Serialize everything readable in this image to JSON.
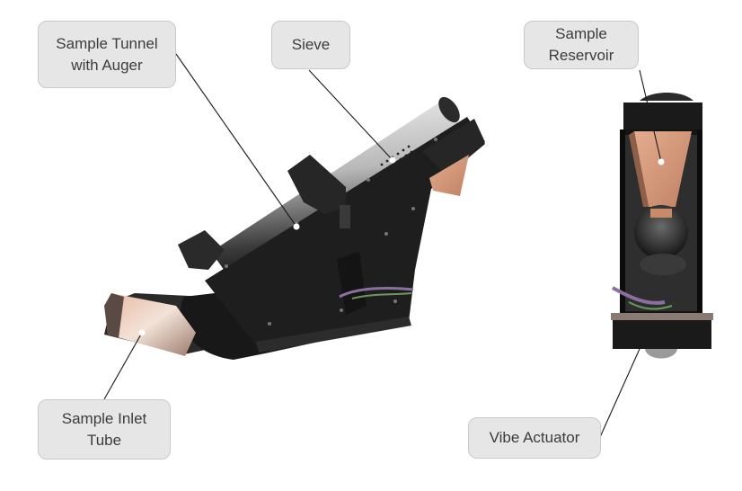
{
  "labels": {
    "sample_tunnel": {
      "line1": "Sample Tunnel",
      "line2": "with Auger"
    },
    "sieve": {
      "line1": "Sieve"
    },
    "sample_reservoir": {
      "line1": "Sample",
      "line2": "Reservoir"
    },
    "sample_inlet_tube": {
      "line1": "Sample Inlet",
      "line2": "Tube"
    },
    "vibe_actuator": {
      "line1": "Vibe Actuator"
    }
  },
  "colors": {
    "label_fill": "#e6e6e6",
    "label_border": "#c9c9c9",
    "body_dark": "#1e1e1e",
    "copper": "#d39a7c",
    "metal": "#cfcfcf"
  }
}
